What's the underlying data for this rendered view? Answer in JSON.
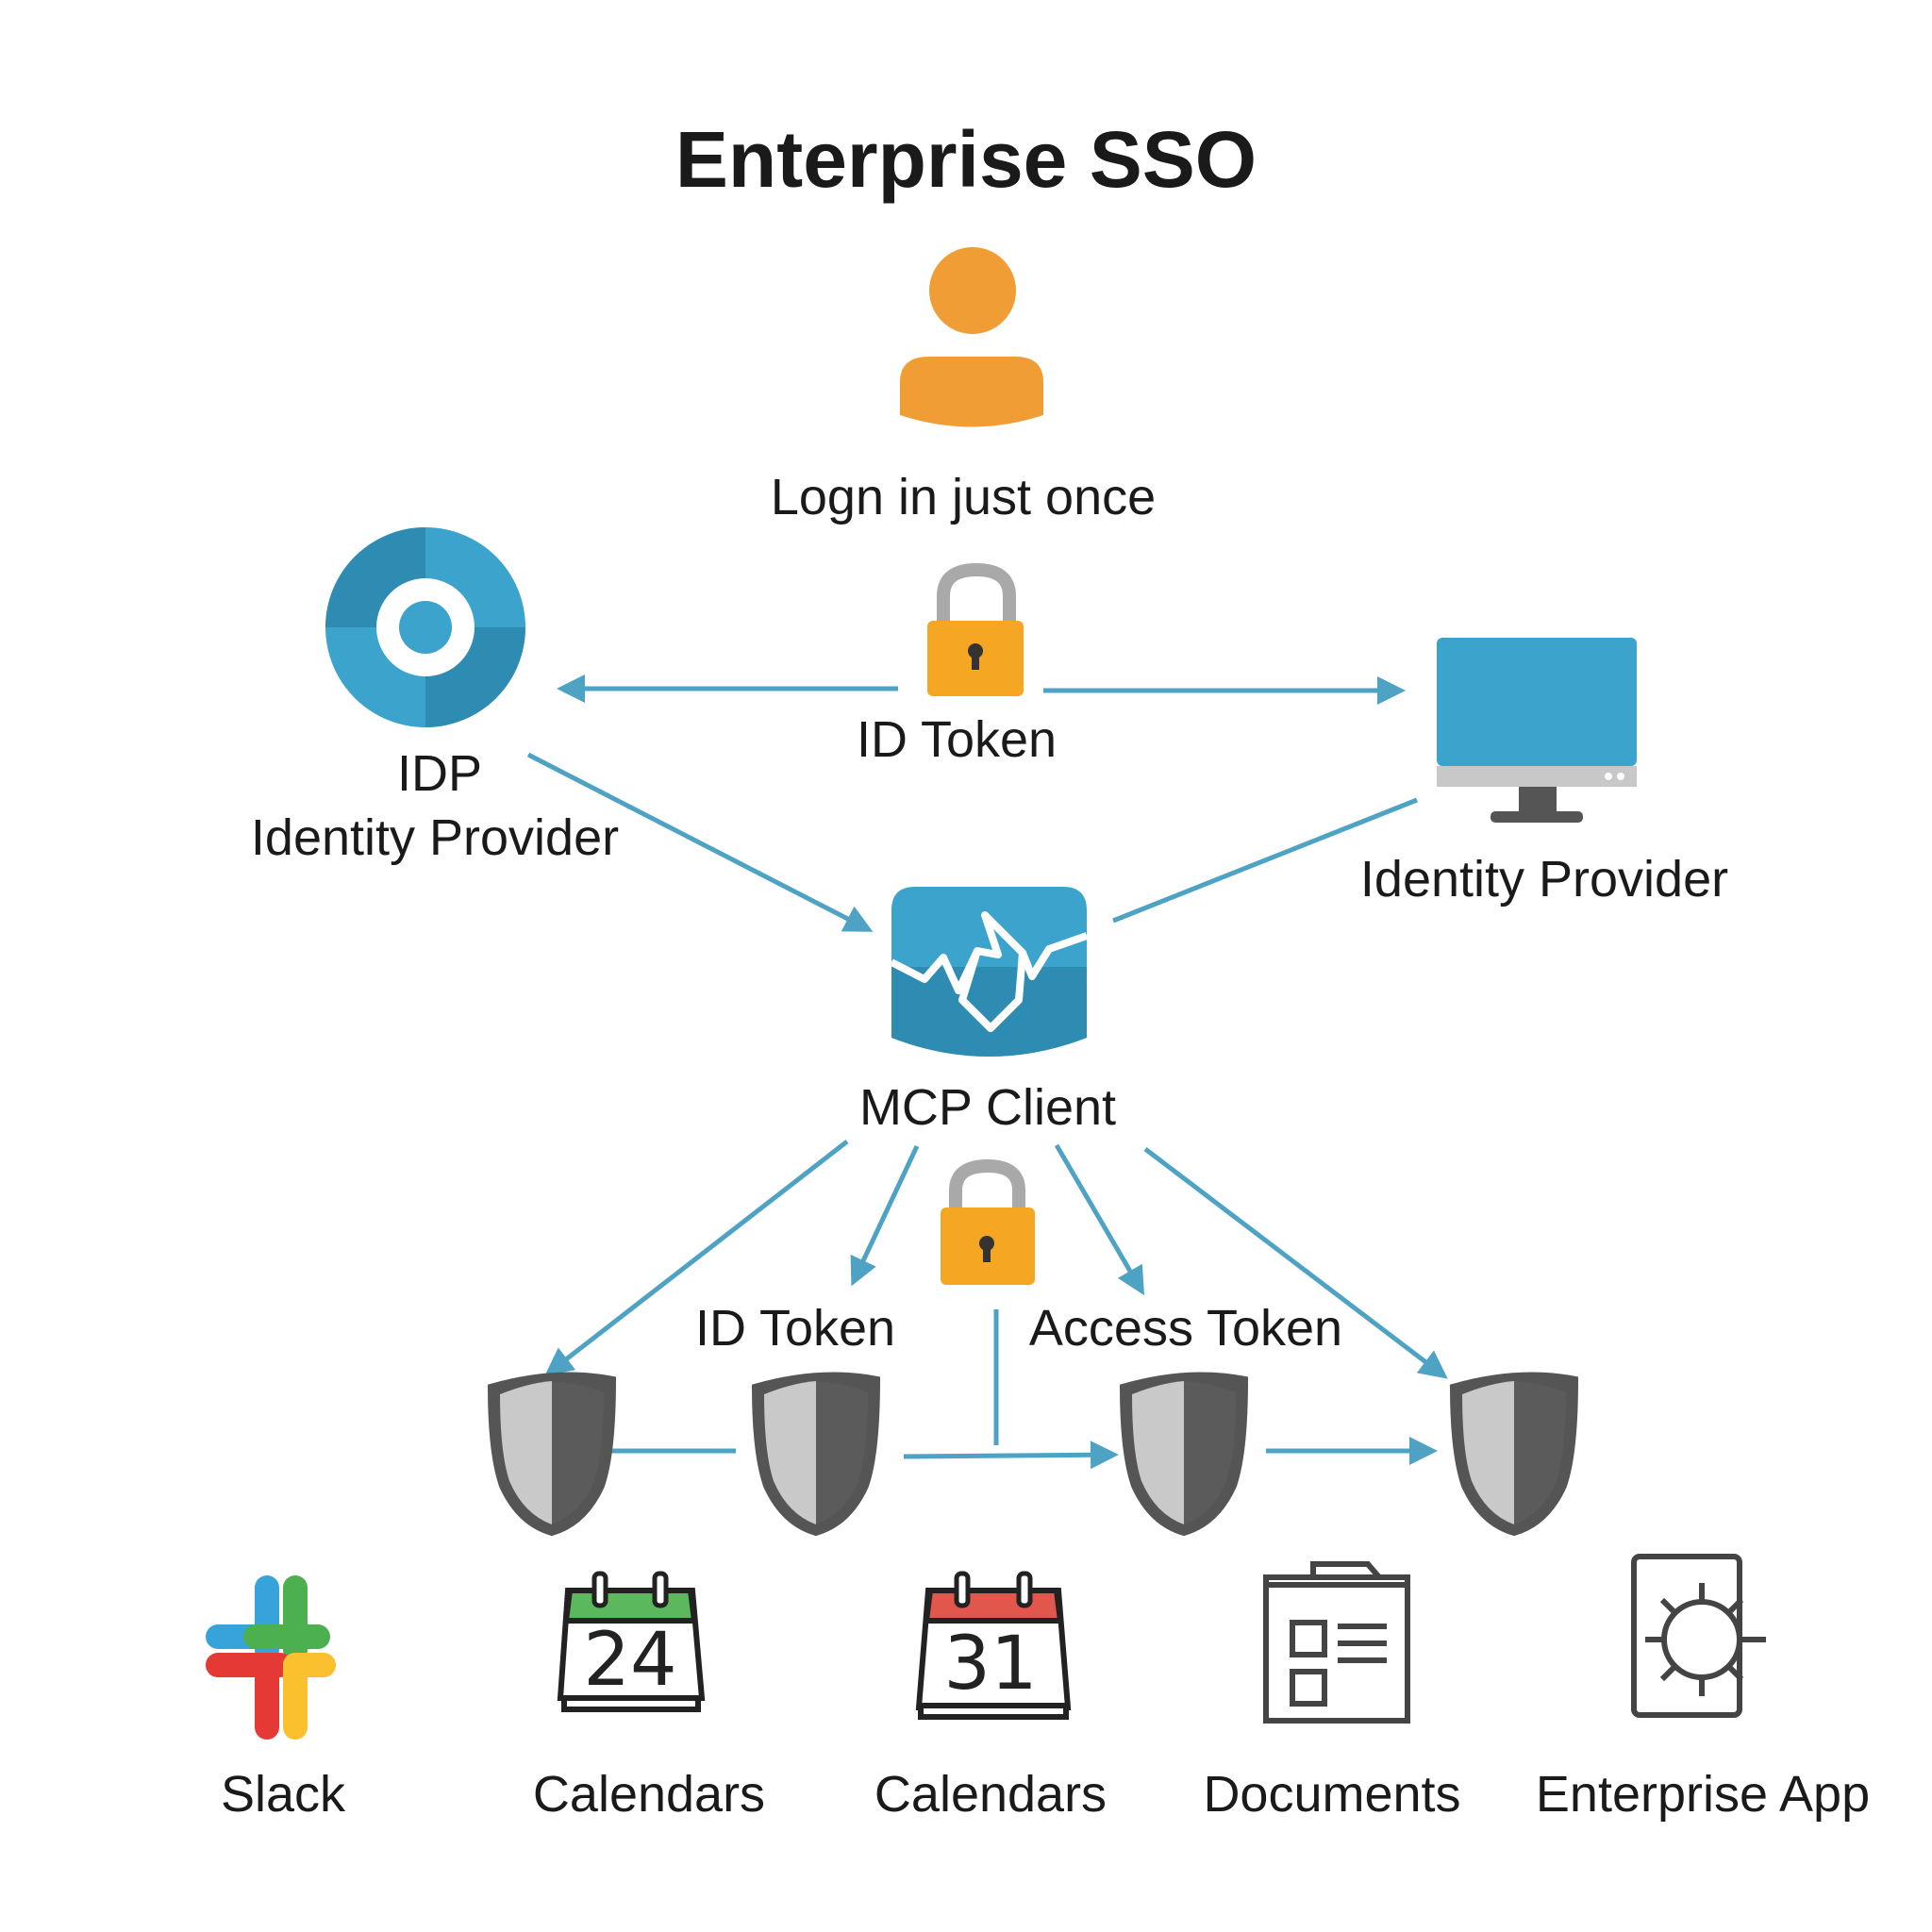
{
  "title": "Enterprise SSO",
  "user": {
    "caption": "Logn in just once"
  },
  "idp": {
    "label_line1": "IDP",
    "label_line2": "Identity Provider"
  },
  "monitor": {
    "label": "Identity Provider"
  },
  "token_top": {
    "label": "ID Token"
  },
  "mcp": {
    "label": "MCP Client"
  },
  "token_bottom": {
    "id_label": "ID Token",
    "access_label": "Access Token"
  },
  "apps": [
    {
      "label": "Slack",
      "icon": "slack-icon"
    },
    {
      "label": "Calendars",
      "icon": "calendar-icon",
      "date": "24"
    },
    {
      "label": "Calendars",
      "icon": "calendar-icon",
      "date": "31"
    },
    {
      "label": "Documents",
      "icon": "documents-icon"
    },
    {
      "label": "Enterprise App",
      "icon": "enterprise-app-icon"
    }
  ],
  "colors": {
    "user": "#f09d35",
    "lock": "#f5a623",
    "blue": "#3ba3cc",
    "arrow": "#4ea3c5",
    "calendar_green": "#5cb85c",
    "calendar_red": "#e2574c"
  }
}
